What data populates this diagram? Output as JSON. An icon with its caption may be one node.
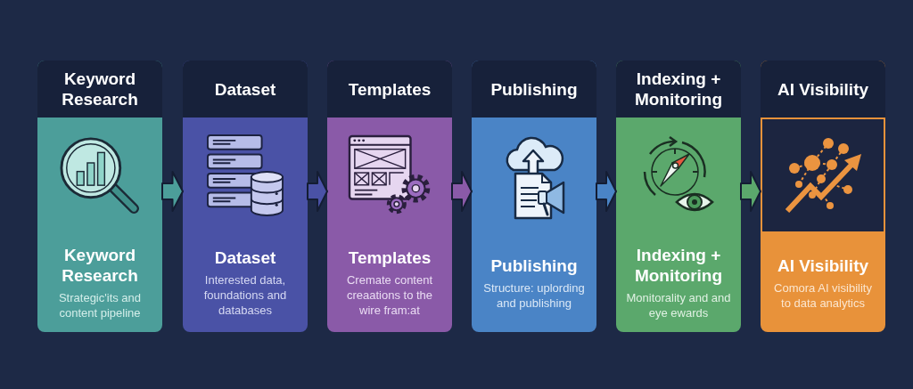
{
  "diagram": {
    "nodes": [
      {
        "text": [
          "Keyword Research",
          "Keyword Research",
          "Strategic'its and content pipeline"
        ]
      },
      {
        "text": [
          "Dataset",
          "Dataset",
          "Interested data, foundations and databases"
        ]
      },
      {
        "text": [
          "Templates",
          "Templates",
          "Cremate content creaations to the wire fram:at"
        ]
      },
      {
        "text": [
          "Publishing",
          "Publishing",
          "Structure: uplording and publishing"
        ]
      },
      {
        "text": [
          "Indexing + Monitoring",
          "Indexing + Monitoring",
          "Monitorality and and eye ewards"
        ]
      },
      {
        "text": [
          "AI Visibility",
          "AI Visibility",
          "Comora AI visibility to data analytics"
        ]
      }
    ],
    "edges": [
      {
        "from": 0,
        "to": 1,
        "arrow": "to"
      },
      {
        "from": 1,
        "to": 2,
        "arrow": "to"
      },
      {
        "from": 2,
        "to": 3,
        "arrow": "to"
      },
      {
        "from": 3,
        "to": 4,
        "arrow": "to"
      },
      {
        "from": 4,
        "to": 5,
        "arrow": "to"
      }
    ]
  }
}
